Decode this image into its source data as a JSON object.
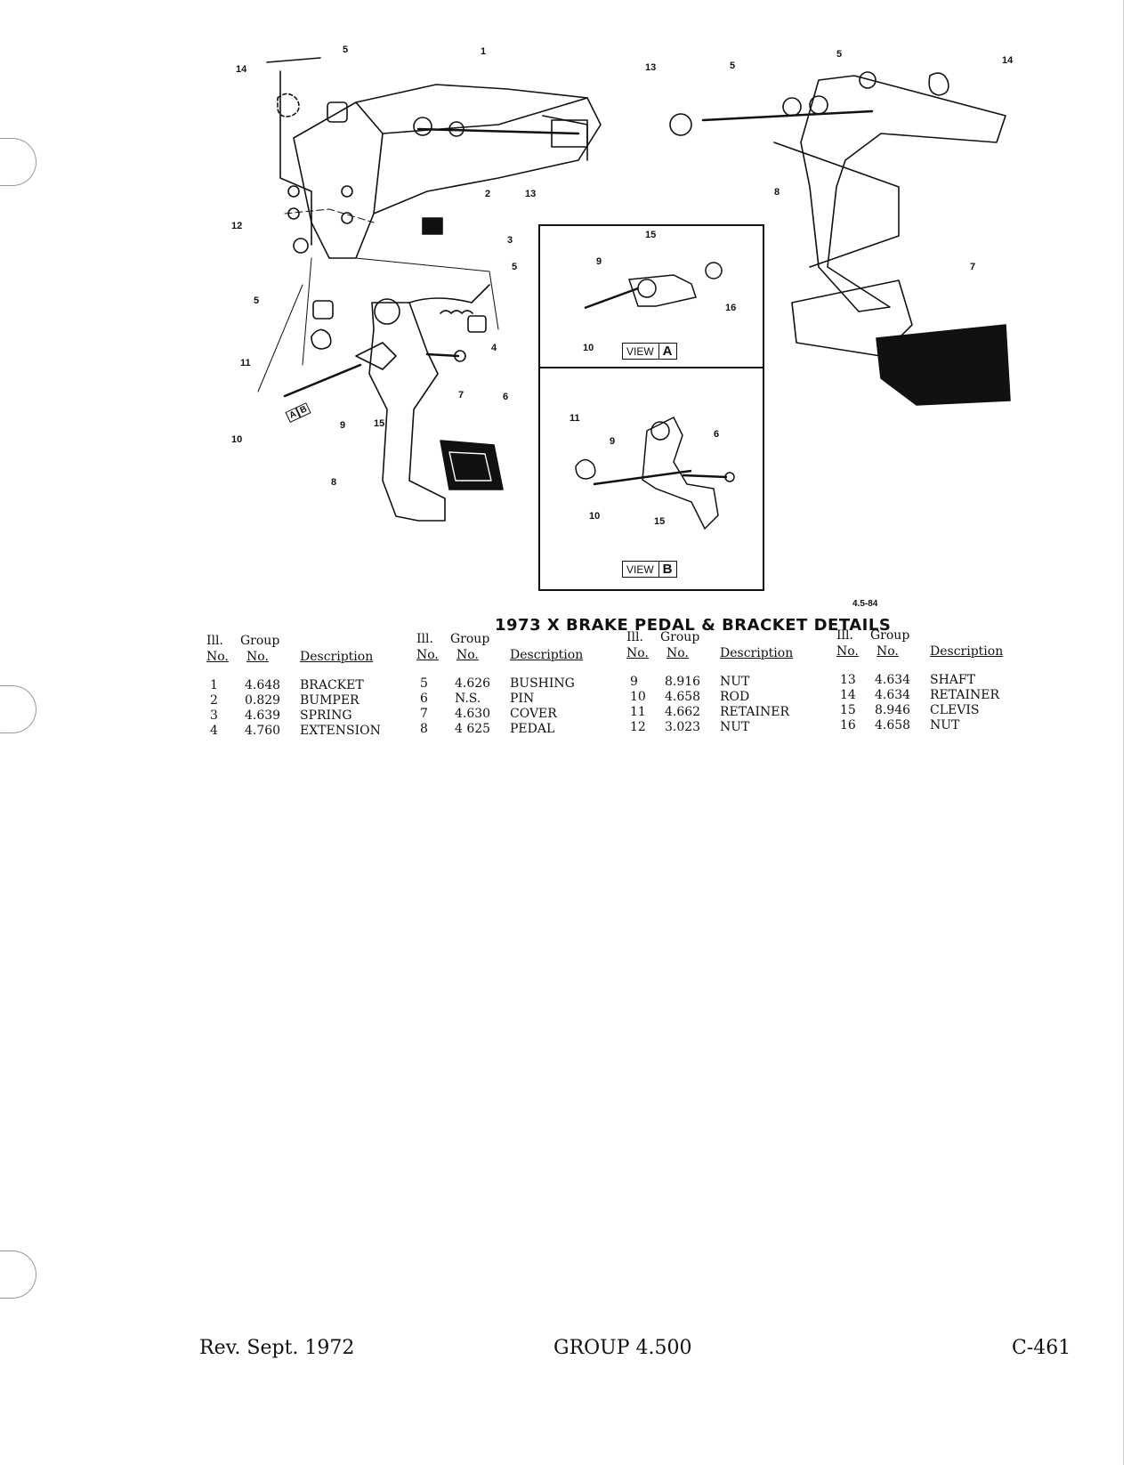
{
  "illustration": {
    "figure_code": "4.5-84",
    "view_a_label": "VIEW",
    "view_a_letter": "A",
    "view_b_label": "VIEW",
    "view_b_letter": "B",
    "arrow_tag_a": "A",
    "arrow_tag_b": "B",
    "callouts": [
      "1",
      "2",
      "3",
      "4",
      "5",
      "5",
      "5",
      "5",
      "5",
      "6",
      "6",
      "7",
      "7",
      "8",
      "8",
      "9",
      "9",
      "9",
      "10",
      "10",
      "10",
      "11",
      "11",
      "12",
      "13",
      "13",
      "14",
      "14",
      "15",
      "15",
      "15",
      "15",
      "16"
    ]
  },
  "title": "1973 X BRAKE PEDAL & BRACKET DETAILS",
  "table": {
    "headers": {
      "ill_top": "Ill.",
      "ill_bottom": "No.",
      "group_top": "Group",
      "group_bottom": "No.",
      "desc": "Description"
    },
    "blocks": [
      {
        "rows": [
          {
            "ill": "1",
            "group": "4.648",
            "desc": "BRACKET"
          },
          {
            "ill": "2",
            "group": "0.829",
            "desc": "BUMPER"
          },
          {
            "ill": "3",
            "group": "4.639",
            "desc": "SPRING"
          },
          {
            "ill": "4",
            "group": "4.760",
            "desc": "EXTENSION"
          }
        ]
      },
      {
        "rows": [
          {
            "ill": "5",
            "group": "4.626",
            "desc": "BUSHING"
          },
          {
            "ill": "6",
            "group": "N.S.",
            "desc": "PIN"
          },
          {
            "ill": "7",
            "group": "4.630",
            "desc": "COVER"
          },
          {
            "ill": "8",
            "group": "4 625",
            "desc": "PEDAL"
          }
        ]
      },
      {
        "rows": [
          {
            "ill": "9",
            "group": "8.916",
            "desc": "NUT"
          },
          {
            "ill": "10",
            "group": "4.658",
            "desc": "ROD"
          },
          {
            "ill": "11",
            "group": "4.662",
            "desc": "RETAINER"
          },
          {
            "ill": "12",
            "group": "3.023",
            "desc": "NUT"
          }
        ]
      },
      {
        "rows": [
          {
            "ill": "13",
            "group": "4.634",
            "desc": "SHAFT"
          },
          {
            "ill": "14",
            "group": "4.634",
            "desc": "RETAINER"
          },
          {
            "ill": "15",
            "group": "8.946",
            "desc": "CLEVIS"
          },
          {
            "ill": "16",
            "group": "4.658",
            "desc": "NUT"
          }
        ]
      }
    ]
  },
  "footer": {
    "left": "Rev. Sept. 1972",
    "center": "GROUP 4.500",
    "right": "C-461"
  }
}
